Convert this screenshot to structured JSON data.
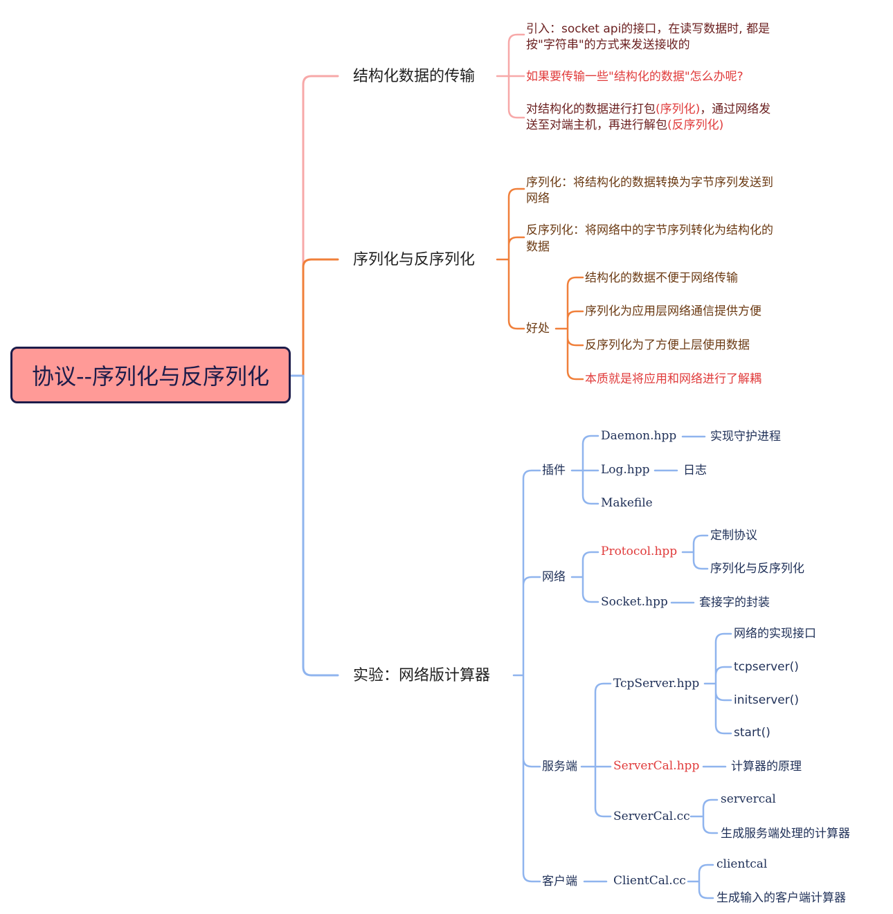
{
  "root": {
    "label": "协议--序列化与反序列化"
  },
  "colors": {
    "pink": "#f7a8a8",
    "orange": "#f07f3a",
    "blue": "#8fb4ee",
    "highlight": "#e03b3b",
    "root_fill": "#ff9a97",
    "root_border": "#1c1c4a"
  },
  "branch1": {
    "label": "结构化数据的传输",
    "item1_line1": "引入：socket api的接口，在读写数据时, 都是",
    "item1_line2": "按\"字符串\"的方式来发送接收的",
    "item2": "如果要传输一些\"结构化的数据\"怎么办呢?",
    "item3_line1_a": "对结构化的数据进行打包",
    "item3_line1_b": "(序列化)",
    "item3_line1_c": "，通过网络发",
    "item3_line2_a": "送至对端主机，再进行解包",
    "item3_line2_b": "(反序列化)"
  },
  "branch2": {
    "label": "序列化与反序列化",
    "item1_line1": "序列化：将结构化的数据转换为字节序列发送到",
    "item1_line2": "网络",
    "item2_line1": "反序列化：将网络中的字节序列转化为结构化的",
    "item2_line2": "数据",
    "benefit": {
      "label": "好处",
      "items": [
        "结构化的数据不便于网络传输",
        "序列化为应用层网络通信提供方便",
        "反序列化为了方便上层使用数据",
        "本质就是将应用和网络进行了解耦"
      ]
    }
  },
  "branch3": {
    "label": "实验：网络版计算器",
    "plugins": {
      "label": "插件",
      "daemon": "Daemon.hpp",
      "daemon_desc": "实现守护进程",
      "log": "Log.hpp",
      "log_desc": "日志",
      "makefile": "Makefile"
    },
    "network": {
      "label": "网络",
      "protocol": "Protocol.hpp",
      "protocol_c1": "定制协议",
      "protocol_c2": "序列化与反序列化",
      "socket": "Socket.hpp",
      "socket_desc": "套接字的封装"
    },
    "server": {
      "label": "服务端",
      "tcp": "TcpServer.hpp",
      "tcp_children": [
        "网络的实现接口",
        "tcpserver()",
        "initserver()",
        "start()"
      ],
      "servercal_hpp": "ServerCal.hpp",
      "servercal_hpp_desc": "计算器的原理",
      "servercal_cc": "ServerCal.cc",
      "servercal_cc_c1": "servercal",
      "servercal_cc_c2": "生成服务端处理的计算器"
    },
    "client": {
      "label": "客户端",
      "clientcal": "ClientCal.cc",
      "clientcal_c1": "clientcal",
      "clientcal_c2": "生成输入的客户端计算器"
    }
  }
}
